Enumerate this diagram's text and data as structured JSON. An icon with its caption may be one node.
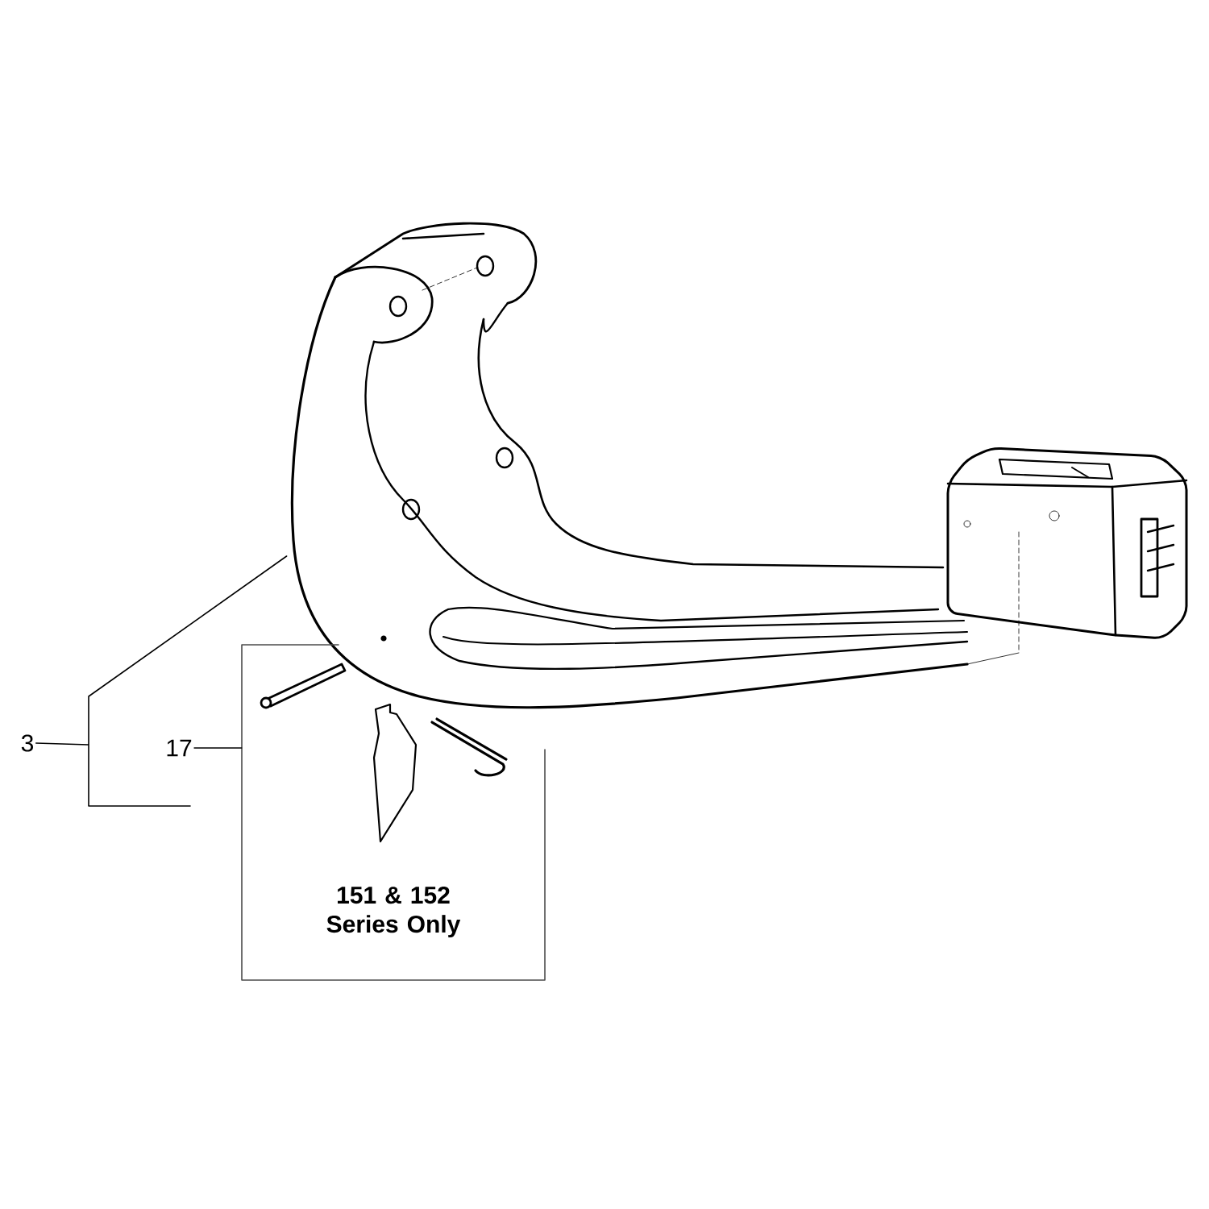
{
  "diagram": {
    "nodes": [
      {
        "text": [],
        "shape": "picture"
      },
      {
        "text": [
          "3"
        ]
      },
      {
        "text": [
          "151 & 152 Series Only"
        ]
      },
      {
        "text": [
          "17"
        ]
      }
    ],
    "edges": [
      {
        "from": 1,
        "to": 0,
        "arrow": "none"
      },
      {
        "from": 3,
        "to": 2,
        "arrow": "none"
      }
    ]
  }
}
